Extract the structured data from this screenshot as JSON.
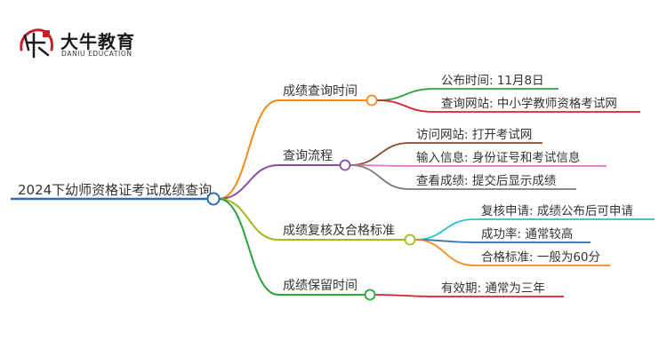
{
  "brand": {
    "name_cn": "大牛教育",
    "name_en": "DANIU EDUCATION",
    "mark_text": "大牛"
  },
  "mindmap": {
    "root": "2024下幼师资格证考试成绩查询",
    "branches": [
      {
        "label": "成绩查询时间",
        "color": "#f28a1c",
        "leaves": [
          {
            "label": "公布时间: 11月8日",
            "color": "#2aa33c"
          },
          {
            "label": "查询网站: 中小学教师资格考试网",
            "color": "#d8222f"
          }
        ]
      },
      {
        "label": "查询流程",
        "color": "#8a4d9e",
        "leaves": [
          {
            "label": "访问网站: 打开考试网",
            "color": "#8a4a2e"
          },
          {
            "label": "输入信息: 身份证号和考试信息",
            "color": "#e476c0"
          },
          {
            "label": "查看成绩: 提交后显示成绩",
            "color": "#7c7c7c"
          }
        ]
      },
      {
        "label": "成绩复核及合格标准",
        "color": "#a7b81c",
        "leaves": [
          {
            "label": "复核申请: 成绩公布后可申请",
            "color": "#24c0d3"
          },
          {
            "label": "成功率: 通常较高",
            "color": "#2a6fb0"
          },
          {
            "label": "合格标准: 一般为60分",
            "color": "#f28a1c"
          }
        ]
      },
      {
        "label": "成绩保留时间",
        "color": "#2aa33c",
        "leaves": [
          {
            "label": "有效期: 通常为三年",
            "color": "#d8222f"
          }
        ]
      }
    ],
    "root_color": "#2a6fb0"
  }
}
